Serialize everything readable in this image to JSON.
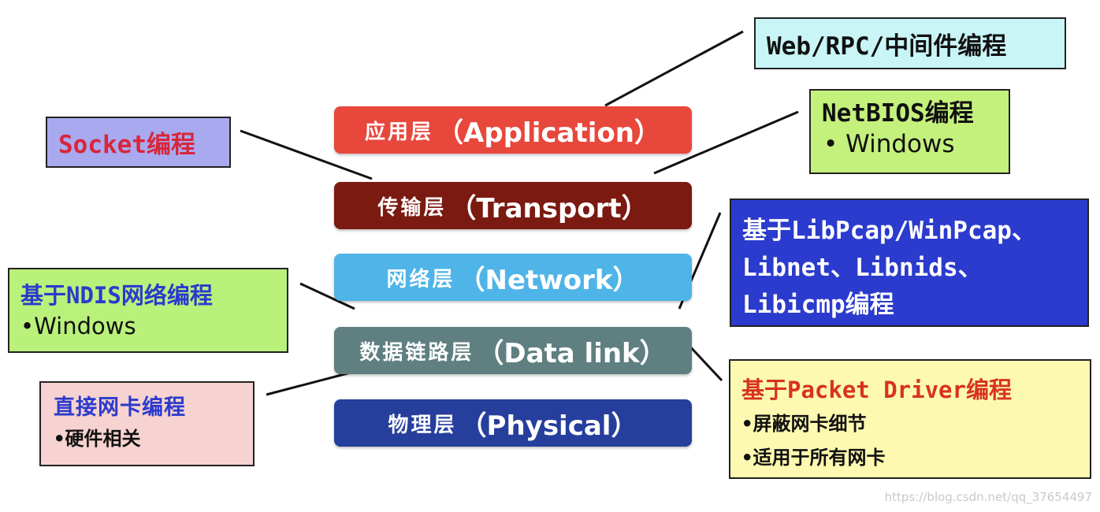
{
  "layers": {
    "application": {
      "cn": "应用层",
      "en": "（Application）",
      "color": "#e8473c"
    },
    "transport": {
      "cn": "传输层",
      "en": "（Transport）",
      "color": "#7a1a10"
    },
    "network": {
      "cn": "网络层",
      "en": "（Network）",
      "color": "#4fb4e8"
    },
    "datalink": {
      "cn": "数据链路层",
      "en": "（Data link）",
      "color": "#5f7f80"
    },
    "physical": {
      "cn": "物理层",
      "en": "（Physical）",
      "color": "#263f9c"
    }
  },
  "boxes": {
    "web_rpc": {
      "title": "Web/RPC/中间件编程",
      "bg": "#c9f5f7"
    },
    "socket": {
      "title": "Socket编程",
      "bg": "#a9a9f0",
      "text_color": "#d8263a"
    },
    "netbios": {
      "title": "NetBIOS编程",
      "bullet": "•  Windows",
      "bg": "#c4f07c"
    },
    "libpcap": {
      "line1": "基于LibPcap/WinPcap、",
      "line2": "Libnet、Libnids、",
      "line3": "Libicmp编程",
      "bg": "#2b3bcd"
    },
    "ndis": {
      "title": "基于NDIS网络编程",
      "bullet": "•Windows",
      "bg": "#b9f17b",
      "title_color": "#2b3bcd"
    },
    "nic": {
      "title": "直接网卡编程",
      "bullet": "•硬件相关",
      "bg": "#f6d2d0",
      "title_color": "#2b3bcd"
    },
    "packet_driver": {
      "title": "基于Packet Driver编程",
      "bullet1": "•屏蔽网卡细节",
      "bullet2": "•适用于所有网卡",
      "bg": "#fdf9b0",
      "title_color": "#d8331e"
    }
  },
  "watermark": "https://blog.csdn.net/qq_37654497"
}
